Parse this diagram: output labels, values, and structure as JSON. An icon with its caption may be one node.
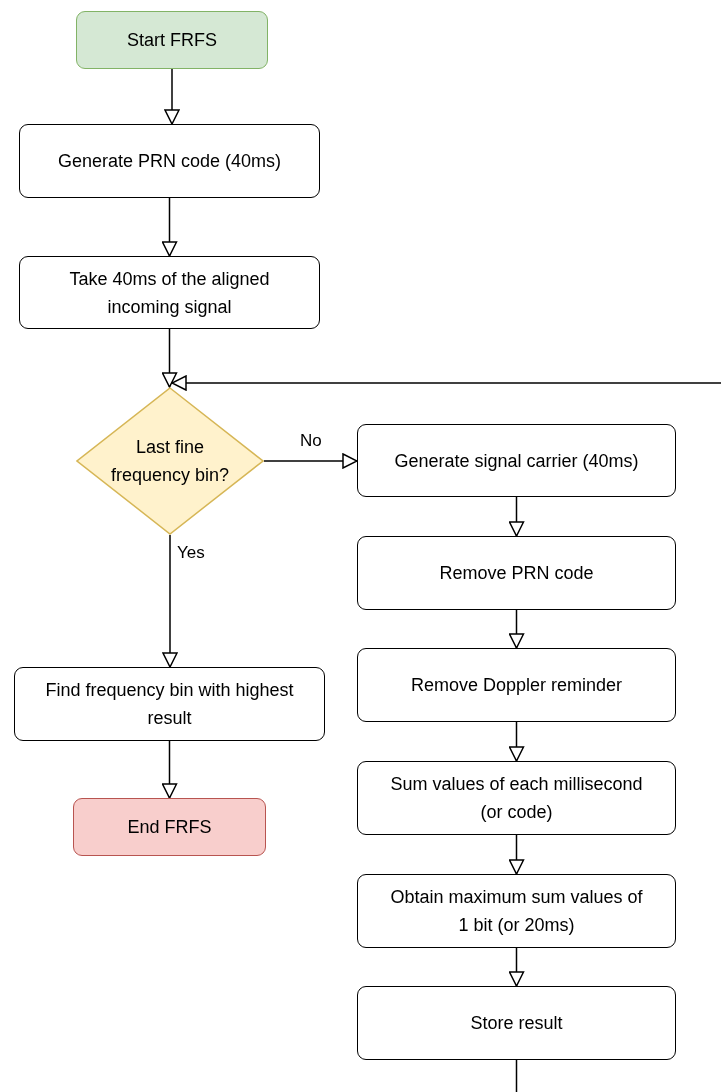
{
  "diagram": {
    "nodes": [
      {
        "text": [
          "Start FRFS"
        ]
      },
      {
        "text": [
          "Generate PRN code (40ms)"
        ]
      },
      {
        "text": [
          "Take 40ms of the aligned incoming signal"
        ]
      },
      {
        "text": [
          "Last fine frequency bin?"
        ]
      },
      {
        "text": [
          "Generate signal carrier (40ms)"
        ]
      },
      {
        "text": [
          "Remove PRN code"
        ]
      },
      {
        "text": [
          "Remove Doppler reminder"
        ]
      },
      {
        "text": [
          "Sum values of each millisecond (or code)"
        ]
      },
      {
        "text": [
          "Obtain maximum sum values of 1 bit (or 20ms)"
        ]
      },
      {
        "text": [
          "Store result"
        ]
      },
      {
        "text": [
          "Find frequency bin with highest result"
        ]
      },
      {
        "text": [
          "End FRFS"
        ]
      }
    ],
    "edges": [
      {
        "from": 0,
        "to": 1,
        "arrow": "to"
      },
      {
        "from": 1,
        "to": 2,
        "arrow": "to"
      },
      {
        "from": 2,
        "to": 3,
        "arrow": "to"
      },
      {
        "from": 3,
        "to": 4,
        "arrow": "to",
        "label": "No"
      },
      {
        "from": 4,
        "to": 5,
        "arrow": "to"
      },
      {
        "from": 5,
        "to": 6,
        "arrow": "to"
      },
      {
        "from": 6,
        "to": 7,
        "arrow": "to"
      },
      {
        "from": 7,
        "to": 8,
        "arrow": "to"
      },
      {
        "from": 8,
        "to": 9,
        "arrow": "to"
      },
      {
        "from": 3,
        "to": 10,
        "arrow": "to",
        "label": "Yes"
      },
      {
        "from": 10,
        "to": 11,
        "arrow": "to"
      },
      {
        "from": 9,
        "to": null,
        "arrow": "none"
      },
      {
        "from": null,
        "to": 3,
        "arrow": "to"
      }
    ]
  }
}
